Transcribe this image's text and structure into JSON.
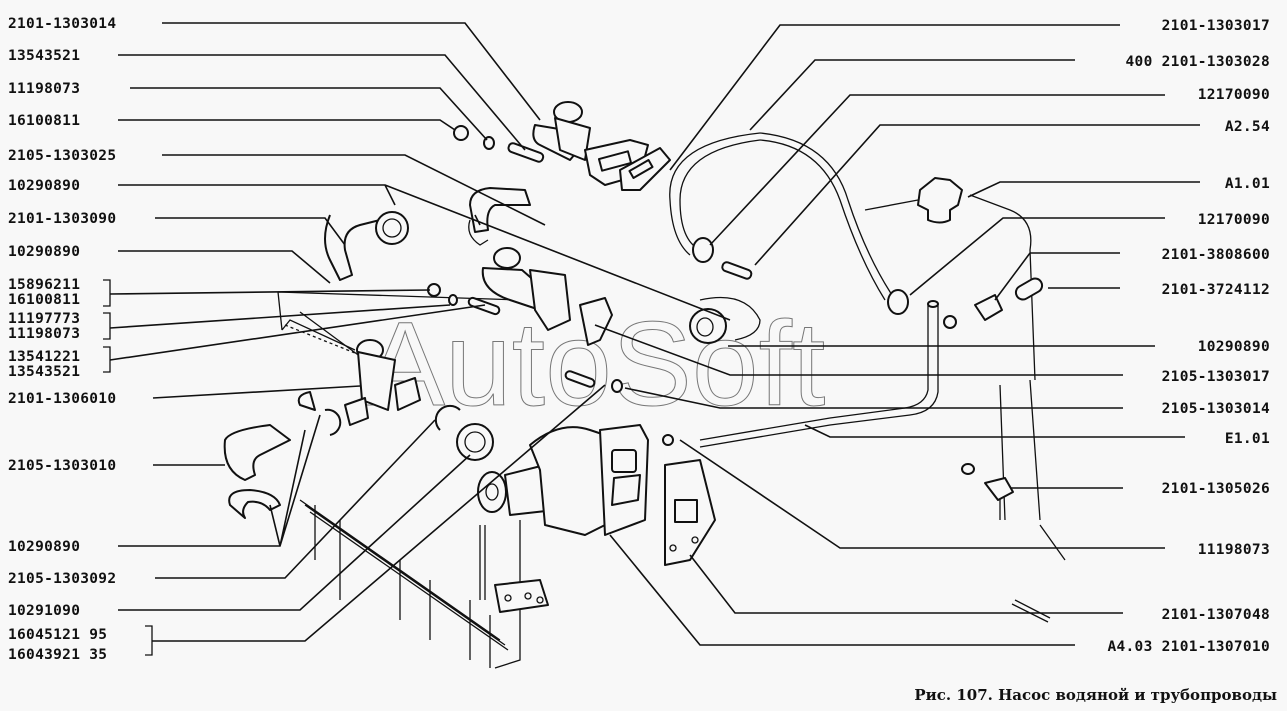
{
  "figure": {
    "caption": "Рис. 107. Насос водяной и трубопроводы",
    "watermark": "AutoSoft"
  },
  "labels_left": [
    {
      "text": "2101-1303014"
    },
    {
      "text": "13543521"
    },
    {
      "text": "11198073"
    },
    {
      "text": "16100811"
    },
    {
      "text": "2105-1303025"
    },
    {
      "text": "10290890"
    },
    {
      "text": "2101-1303090"
    },
    {
      "text": "10290890"
    },
    {
      "text": "15896211",
      "group": 1
    },
    {
      "text": "16100811",
      "group": 1
    },
    {
      "text": "11197773",
      "group": 2
    },
    {
      "text": "11198073",
      "group": 2
    },
    {
      "text": "13541221",
      "group": 3
    },
    {
      "text": "13543521",
      "group": 3
    },
    {
      "text": "2101-1306010"
    },
    {
      "text": "2105-1303010"
    },
    {
      "text": "10290890"
    },
    {
      "text": "2105-1303092"
    },
    {
      "text": "10291090"
    },
    {
      "text": "16045121 95",
      "group": 4
    },
    {
      "text": "16043921 35",
      "group": 4
    }
  ],
  "labels_right": [
    {
      "text": "2101-1303017"
    },
    {
      "text": "400 2101-1303028"
    },
    {
      "text": "12170090"
    },
    {
      "text": "A2.54"
    },
    {
      "text": "A1.01"
    },
    {
      "text": "12170090"
    },
    {
      "text": "2101-3808600"
    },
    {
      "text": "2101-3724112"
    },
    {
      "text": "10290890"
    },
    {
      "text": "2105-1303017"
    },
    {
      "text": "2105-1303014"
    },
    {
      "text": "E1.01"
    },
    {
      "text": "2101-1305026"
    },
    {
      "text": "11198073"
    },
    {
      "text": "2101-1307048"
    },
    {
      "text": "A4.03 2101-1307010"
    }
  ]
}
